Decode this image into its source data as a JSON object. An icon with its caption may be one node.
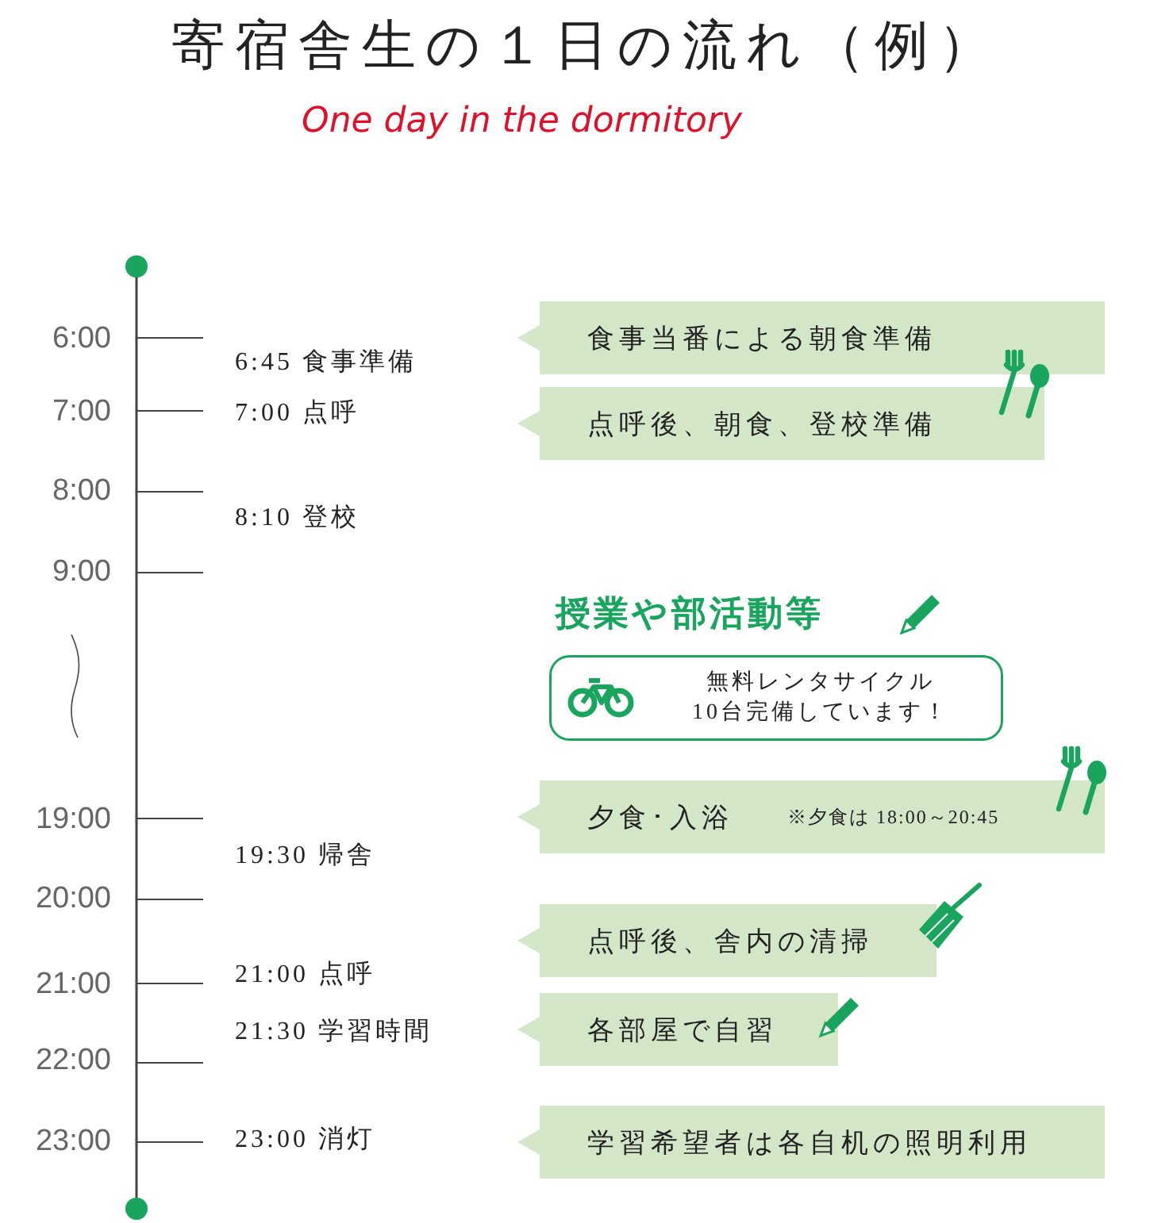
{
  "diagram": {
    "title": "寄宿舎生の１日の流れ（例）",
    "nodes": [
      {
        "text": [
          "食事当番による朝食準備"
        ]
      },
      {
        "text": [
          "点呼後、朝食、登校準備"
        ]
      },
      {
        "text": [
          "無料レンタサイクル 10台完備しています！"
        ]
      },
      {
        "text": [
          "夕食･入浴",
          "※夕食は 18:00～20:45"
        ]
      },
      {
        "text": [
          "点呼後、舎内の清掃"
        ]
      },
      {
        "text": [
          "各部屋で自習"
        ]
      },
      {
        "text": [
          "学習希望者は各自机の照明利用"
        ]
      }
    ],
    "labels": [
      "One day in the dormitory",
      "6:00",
      "6:45 食事準備",
      "7:00",
      "7:00 点呼",
      "8:00",
      "8:10 登校",
      "9:00",
      "授業や部活動等",
      "19:00",
      "19:30 帰舎",
      "20:00",
      "21:00",
      "21:00 点呼",
      "21:30 学習時間",
      "22:00",
      "23:00",
      "23:00 消灯"
    ]
  }
}
